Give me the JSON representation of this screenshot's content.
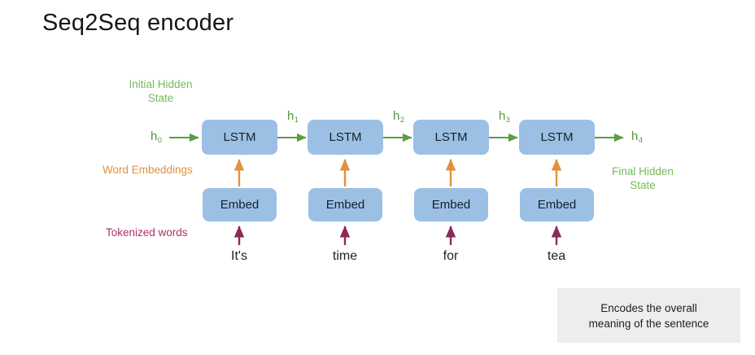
{
  "slide": {
    "title": "Seq2Seq encoder",
    "background_color": "#ffffff"
  },
  "colors": {
    "node_fill": "#9cc0e4",
    "hidden_state_arrow": "#5a9e42",
    "hidden_state_label": "#4e9a3c",
    "annotation_green": "#74b95c",
    "annotation_orange": "#e0913f",
    "annotation_purple": "#a8336a",
    "callout_background": "#ededed",
    "text": "#1a1a1a"
  },
  "annotations": {
    "initial_hidden_state": "Initial Hidden\nState",
    "initial_hidden_state_line1": "Initial Hidden",
    "initial_hidden_state_line2": "State",
    "word_embeddings": "Word Embeddings",
    "tokenized_words": "Tokenized words",
    "final_hidden_state_line1": "Final Hidden",
    "final_hidden_state_line2": "State"
  },
  "hidden_states": [
    {
      "base": "h",
      "sub": "0"
    },
    {
      "base": "h",
      "sub": "1"
    },
    {
      "base": "h",
      "sub": "2"
    },
    {
      "base": "h",
      "sub": "3"
    },
    {
      "base": "h",
      "sub": "4"
    }
  ],
  "cells": [
    {
      "lstm_label": "LSTM",
      "embed_label": "Embed",
      "token": "It's"
    },
    {
      "lstm_label": "LSTM",
      "embed_label": "Embed",
      "token": "time"
    },
    {
      "lstm_label": "LSTM",
      "embed_label": "Embed",
      "token": "for"
    },
    {
      "lstm_label": "LSTM",
      "embed_label": "Embed",
      "token": "tea"
    }
  ],
  "callout": {
    "text": "Encodes the overall meaning of the sentence",
    "line1": "Encodes the overall",
    "line2": "meaning of the sentence"
  }
}
